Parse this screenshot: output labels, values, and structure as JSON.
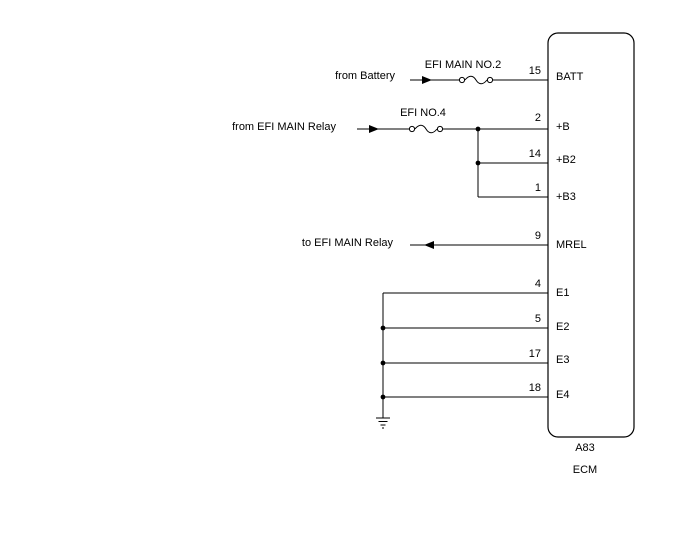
{
  "ecm": {
    "connector": "A83",
    "name": "ECM"
  },
  "sources": {
    "battery": "from Battery",
    "efi_main_relay_in": "from EFI MAIN Relay",
    "efi_main_relay_out": "to EFI MAIN Relay"
  },
  "fuses": {
    "efi_main_no2": "EFI MAIN NO.2",
    "efi_no4": "EFI NO.4"
  },
  "pins": [
    {
      "number": "15",
      "label": "BATT"
    },
    {
      "number": "2",
      "label": "+B"
    },
    {
      "number": "14",
      "label": "+B2"
    },
    {
      "number": "1",
      "label": "+B3"
    },
    {
      "number": "9",
      "label": "MREL"
    },
    {
      "number": "4",
      "label": "E1"
    },
    {
      "number": "5",
      "label": "E2"
    },
    {
      "number": "17",
      "label": "E3"
    },
    {
      "number": "18",
      "label": "E4"
    }
  ]
}
